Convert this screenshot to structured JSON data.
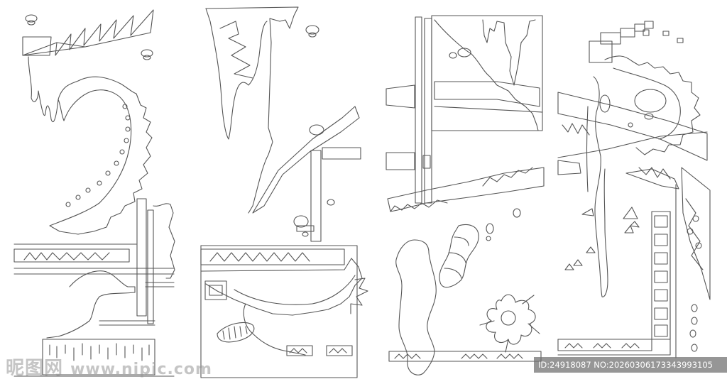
{
  "watermark": {
    "brand": "昵图网",
    "site": "www.nipic.com"
  },
  "image_id": {
    "text": "ID:24918087 NO:20260306173343993105"
  },
  "colors": {
    "line": "#555555",
    "background": "#ffffff",
    "id_bar": "#6e6e6e"
  }
}
